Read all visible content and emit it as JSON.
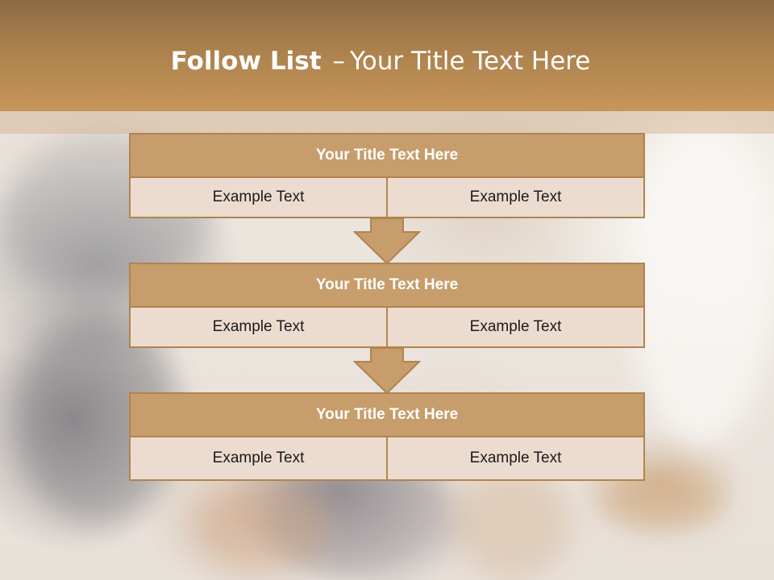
{
  "header": {
    "title_bold": "Follow List",
    "title_sep": "–",
    "title_rest": "Your Title Text Here"
  },
  "blocks": [
    {
      "title": "Your Title Text Here",
      "left": "Example Text",
      "right": "Example Text"
    },
    {
      "title": "Your Title Text Here",
      "left": "Example Text",
      "right": "Example Text"
    },
    {
      "title": "Your Title Text Here",
      "left": "Example Text",
      "right": "Example Text"
    }
  ],
  "colors": {
    "header": "#b1854f",
    "title_fill": "#c69d6b",
    "cell_fill": "#ecdcd0",
    "border": "#b1844f"
  },
  "icons": {
    "connector": "down-arrow-icon"
  }
}
